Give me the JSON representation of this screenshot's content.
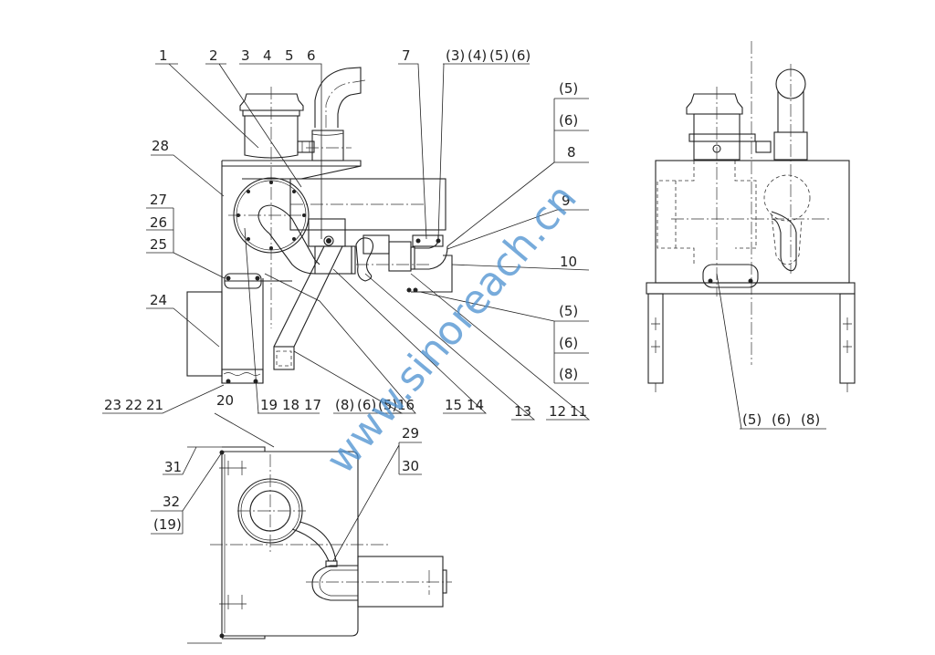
{
  "drawing": {
    "watermark": "www.sinoreach.cn",
    "front_view_labels": {
      "l1": "1",
      "l2": "2",
      "l3": "3",
      "l4": "4",
      "l5": "5",
      "l6": "6",
      "l7": "7",
      "top_ref": [
        "(3)",
        "(4)",
        "(5)",
        "(6)"
      ],
      "right_upper_stack": [
        "(5)",
        "(6)",
        "8"
      ],
      "l9": "9",
      "l10": "10",
      "right_lower_stack": [
        "(5)",
        "(6)",
        "(8)"
      ],
      "l28": "28",
      "left_stack": [
        "27",
        "26",
        "25"
      ],
      "l24": "24",
      "bottom_row": {
        "g1": [
          "23",
          "22",
          "21"
        ],
        "g2": [
          "19",
          "18",
          "17"
        ],
        "g3": [
          "(8)",
          "(6)",
          "(5)"
        ],
        "l16": "16",
        "g4": [
          "15",
          "14"
        ],
        "l13": "13",
        "g5": [
          "12",
          "11"
        ]
      },
      "l20": "20"
    },
    "side_view_labels": [
      "(5)",
      "(6)",
      "(8)"
    ],
    "bottom_view_labels": {
      "l29": "29",
      "l30": "30",
      "l31": "31",
      "l32": "32",
      "l19ref": "(19)"
    }
  }
}
